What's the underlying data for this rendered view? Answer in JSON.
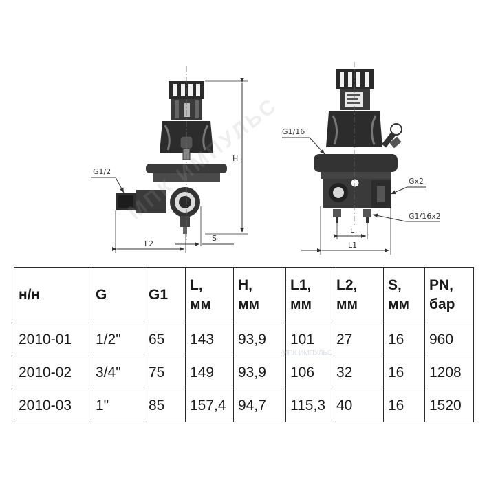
{
  "drawing": {
    "labels": {
      "g1_2": "G1/2",
      "l2": "L2",
      "s": "S",
      "h": "H",
      "g1_16": "G1/16",
      "gx2": "Gx2",
      "g1_16x2": "G1/16x2",
      "l": "L",
      "l1": "L1"
    }
  },
  "watermark": {
    "main": "МПК ИМПУЛЬС",
    "small": "МПК ИМПУЛЬС"
  },
  "table": {
    "headers": [
      [
        "н/н"
      ],
      [
        "G"
      ],
      [
        "G1"
      ],
      [
        "L,",
        "мм"
      ],
      [
        "H,",
        "мм"
      ],
      [
        "L1,",
        "мм"
      ],
      [
        "L2,",
        "мм"
      ],
      [
        "S,",
        "мм"
      ],
      [
        "PN,",
        "бар"
      ]
    ],
    "rows": [
      [
        "2010-01",
        "1/2\"",
        "65",
        "143",
        "93,9",
        "101",
        "27",
        "16",
        "960"
      ],
      [
        "2010-02",
        "3/4\"",
        "75",
        "149",
        "93,9",
        "106",
        "32",
        "16",
        "1208"
      ],
      [
        "2010-03",
        "1\"",
        "85",
        "157,4",
        "94,7",
        "115,3",
        "40",
        "16",
        "1520"
      ]
    ]
  }
}
